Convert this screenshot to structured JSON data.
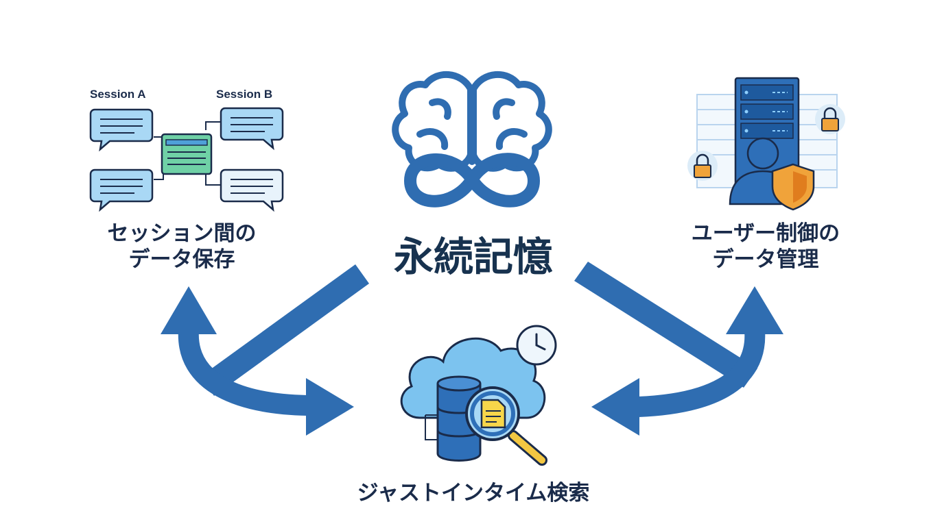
{
  "center": {
    "title": "永続記憶"
  },
  "features": {
    "left": {
      "line1": "セッション間の",
      "line2": "データ保存",
      "session_a": "Session A",
      "session_b": "Session B"
    },
    "right": {
      "line1": "ユーザー制御の",
      "line2": "データ管理"
    },
    "bottom": {
      "label": "ジャストインタイム検索"
    }
  },
  "icons": {
    "center": "brain-infinity-icon",
    "left": "chat-sessions-icon",
    "right": "secure-server-user-icon",
    "bottom": "cloud-database-search-icon"
  },
  "colors": {
    "arrow": "#2f6db1",
    "text": "#1a2b4a",
    "bubble_blue": "#a9d8f5",
    "bubble_light": "#e8f3fb",
    "note_green": "#6fd1a6",
    "lock_orange": "#f0a33a",
    "doc_yellow": "#f7d64a"
  }
}
